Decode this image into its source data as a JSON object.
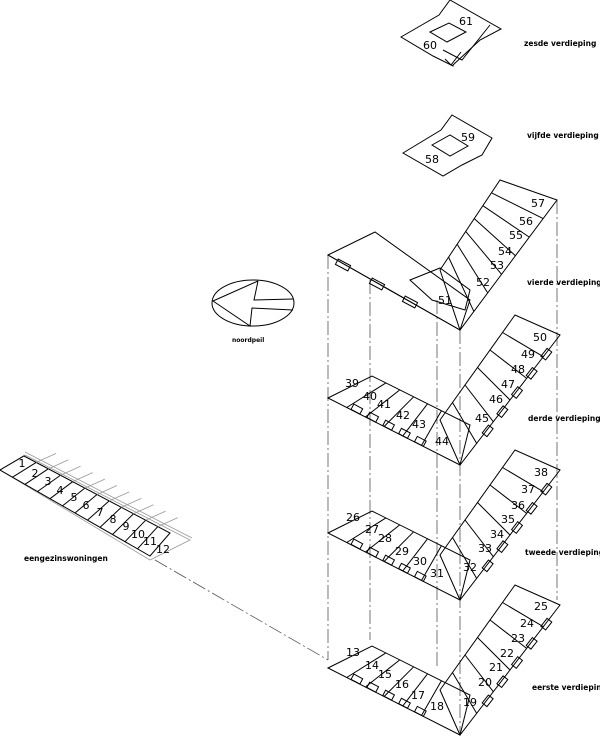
{
  "floor_labels": {
    "zesde": "zesde verdieping",
    "vijfde": "vijfde verdieping",
    "vierde": "vierde verdieping",
    "derde": "derde verdieping",
    "tweede": "tweede verdieping",
    "eerste": "eerste verdieping"
  },
  "north_arrow_label": "noordpeil",
  "single_family_label": "eengezinswoningen",
  "units": [
    "1",
    "2",
    "3",
    "4",
    "5",
    "6",
    "7",
    "8",
    "9",
    "10",
    "11",
    "12",
    "13",
    "14",
    "15",
    "16",
    "17",
    "18",
    "19",
    "20",
    "21",
    "22",
    "23",
    "24",
    "25",
    "26",
    "27",
    "28",
    "29",
    "30",
    "31",
    "32",
    "33",
    "34",
    "35",
    "36",
    "37",
    "38",
    "39",
    "40",
    "41",
    "42",
    "43",
    "44",
    "45",
    "46",
    "47",
    "48",
    "49",
    "50",
    "51",
    "52",
    "53",
    "54",
    "55",
    "56",
    "57",
    "58",
    "59",
    "60",
    "61"
  ]
}
